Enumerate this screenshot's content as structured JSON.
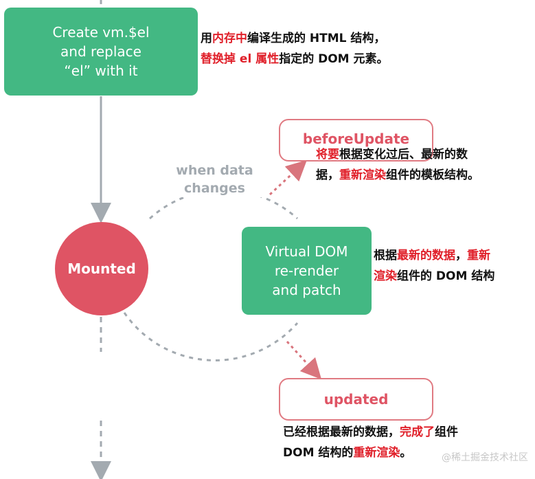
{
  "create_box": {
    "line1": "Create vm.$el",
    "line2": "and replace",
    "line3": "“el” with it"
  },
  "mounted": {
    "label": "Mounted"
  },
  "when_label": {
    "line1": "when data",
    "line2": "changes"
  },
  "vdom_box": {
    "line1": "Virtual DOM",
    "line2": "re-render",
    "line3": "and patch"
  },
  "before_update": {
    "label": "beforeUpdate"
  },
  "updated": {
    "label": "updated"
  },
  "notes": {
    "create": {
      "l1_a": "用",
      "l1_b": "内存中",
      "l1_c": "编译生成的 HTML 结构，",
      "l2_a": "替换掉 el 属性",
      "l2_b": "指定的 DOM 元素。"
    },
    "before": {
      "l1_a": "将要",
      "l1_b": "根据变化过后、最新的数",
      "l2_a": "据，",
      "l2_b": "重新渲染",
      "l2_c": "组件的模板结构。"
    },
    "vdom": {
      "l1_a": "根据",
      "l1_b": "最新的数据",
      "l1_c": "，",
      "l1_d": "重新",
      "l2_a": "渲染",
      "l2_b": "组件的 DOM 结构"
    },
    "updated": {
      "l1_a": "已经根据最新的数据，",
      "l1_b": "完成了",
      "l1_c": "组件",
      "l2_a": "DOM 结构的",
      "l2_b": "重新渲染",
      "l2_c": "。"
    }
  },
  "watermark": "@稀土掘金技术社区",
  "colors": {
    "green": "#43b883",
    "red": "#df5464",
    "highlight": "#e0202a",
    "gray": "#a3aab0"
  }
}
